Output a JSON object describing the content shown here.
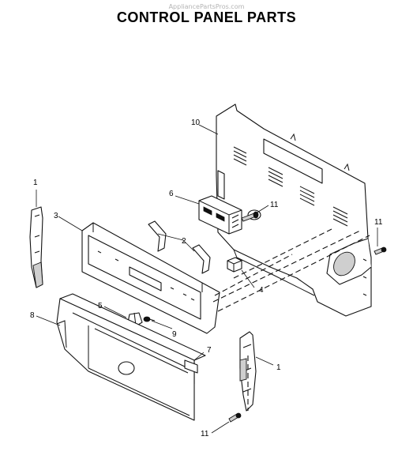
{
  "header": {
    "watermark": "AppliancePartsPros.com",
    "title": "CONTROL PANEL PARTS"
  },
  "callouts": {
    "c10": "10",
    "c6": "6",
    "c11_top": "11",
    "c1_left": "1",
    "c3": "3",
    "c2": "2",
    "c11_right": "11",
    "c4": "4",
    "c5": "5",
    "c8": "8",
    "c9": "9",
    "c7": "7",
    "c1_right": "1",
    "c11_bottom": "11"
  }
}
